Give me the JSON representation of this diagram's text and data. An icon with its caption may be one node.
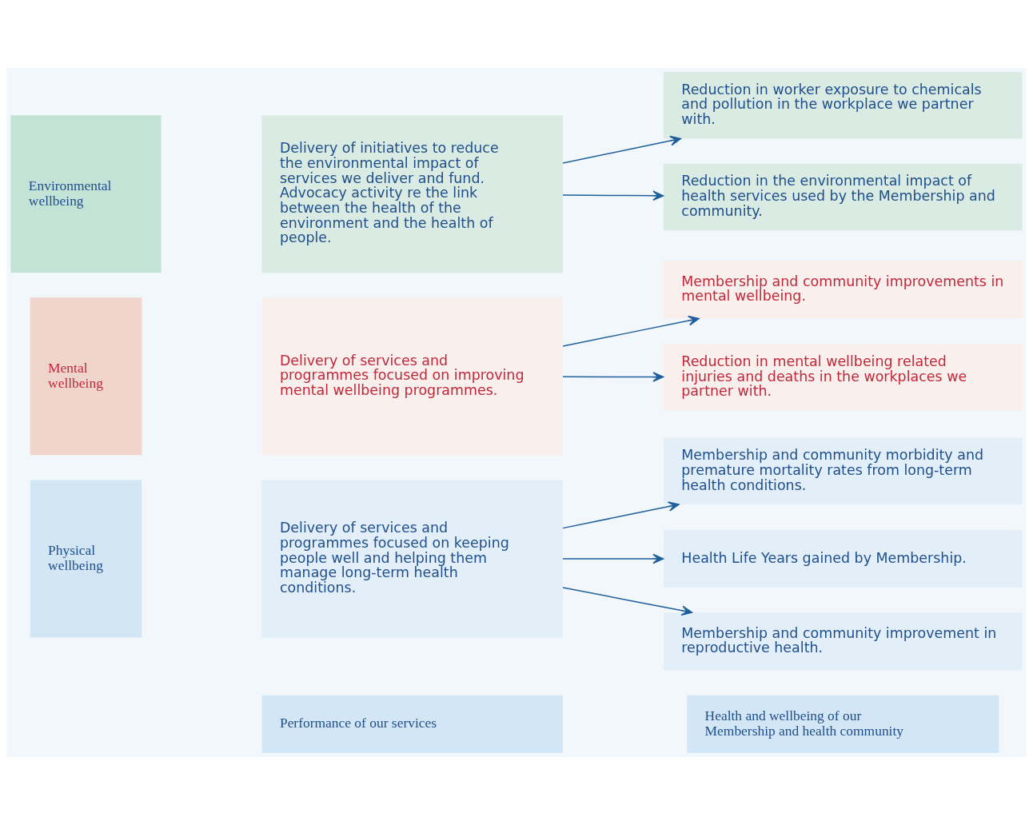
{
  "diagram": {
    "nodes": [
      {
        "text": [
          "Performance of our services"
        ]
      },
      {
        "text": [
          "Health and wellbeing of our Membership and health community"
        ]
      },
      {
        "text": [
          "Physical wellbeing"
        ]
      },
      {
        "text": [
          "Delivery of services and programmes focused on keeping people well and helping them manage long-term health conditions."
        ]
      },
      {
        "text": [
          "Membership and community morbidity and premature mortality rates from long-term health conditions."
        ]
      },
      {
        "text": [
          "Health Life Years gained by Membership."
        ]
      },
      {
        "text": [
          "Membership and community improvement in reproductive health."
        ]
      },
      {
        "text": [
          "Mental wellbeing"
        ]
      },
      {
        "text": [
          "Delivery of services and programmes focused on improving mental wellbeing programmes."
        ]
      },
      {
        "text": [
          "Membership and community improvements in mental wellbeing."
        ]
      },
      {
        "text": [
          "Reduction in mental wellbeing related injuries and deaths in the workplaces we partner with."
        ]
      },
      {
        "text": [
          "Environmental wellbeing"
        ]
      },
      {
        "text": [
          "Delivery of initiatives to reduce the environmental impact of services we deliver and fund. Advocacy activity re the link between the health of the environment and the health of people."
        ]
      },
      {
        "text": [
          "Reduction in worker exposure to chemicals and pollution in the workplace we partner with."
        ]
      },
      {
        "text": [
          "Reduction in the environmental impact of health services used by the Membership and community."
        ]
      }
    ],
    "edges": [
      {
        "from": 3,
        "to": 4,
        "arrow": "to"
      },
      {
        "from": 3,
        "to": 5,
        "arrow": "to"
      },
      {
        "from": 3,
        "to": 6,
        "arrow": "to"
      },
      {
        "from": 8,
        "to": 9,
        "arrow": "to"
      },
      {
        "from": 8,
        "to": 10,
        "arrow": "to"
      },
      {
        "from": 12,
        "to": 13,
        "arrow": "to"
      },
      {
        "from": 12,
        "to": 14,
        "arrow": "to"
      }
    ]
  }
}
